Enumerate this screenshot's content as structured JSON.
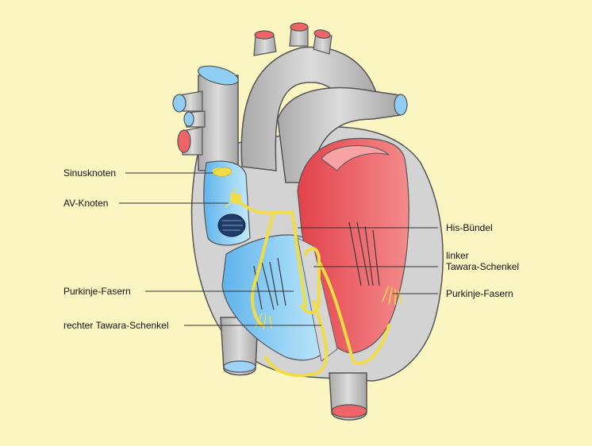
{
  "labels": {
    "sinusknoten": "Sinusknoten",
    "av_knoten": "AV-Knoten",
    "purkinje_left": "Purkinje-Fasern",
    "rechter_schenkel": "rechter Tawara-Schenkel",
    "his_buendel": "His-Bündel",
    "linker_line1": "linker",
    "linker_line2": "Tawara-Schenkel",
    "purkinje_right": "Purkinje-Fasern"
  },
  "colors": {
    "background": "#fbf5c2",
    "vessel_gray": "#c9c9c9",
    "right_heart_blue": "#8fd0f5",
    "left_heart_red": "#ee5a5d",
    "conduction_yellow": "#f3e15a"
  }
}
